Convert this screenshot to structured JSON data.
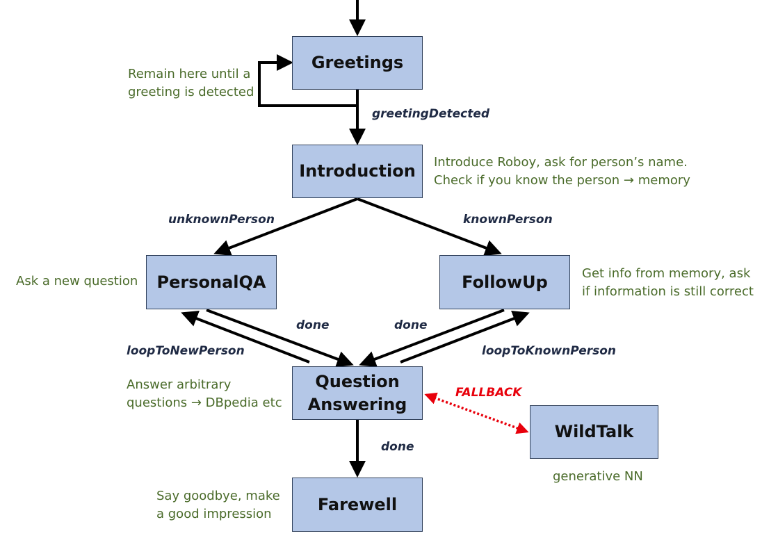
{
  "colors": {
    "node_fill": "#b4c7e7",
    "node_border": "#2f3f5a",
    "arrow": "#000000",
    "note_text": "#4a6b2a",
    "edge_label": "#1f2a44",
    "fallback": "#e8000b"
  },
  "nodes": {
    "greetings": "Greetings",
    "introduction": "Introduction",
    "personalqa": "PersonalQA",
    "followup": "FollowUp",
    "qa_line1": "Question",
    "qa_line2": "Answering",
    "wildtalk": "WildTalk",
    "farewell": "Farewell"
  },
  "edges": {
    "greeting_detected": "greetingDetected",
    "unknown_person": "unknownPerson",
    "known_person": "knownPerson",
    "done_personalqa": "done",
    "done_followup": "done",
    "loop_new": "loopToNewPerson",
    "loop_known": "loopToKnownPerson",
    "fallback": "FALLBACK",
    "done_farewell": "done"
  },
  "notes": {
    "greetings": [
      "Remain here until a",
      "greeting is detected"
    ],
    "introduction": [
      "Introduce Roboy, ask for person’s name.",
      "Check if you know the person → memory"
    ],
    "personalqa": [
      "Ask a new question"
    ],
    "followup": [
      "Get info from memory, ask",
      "if information is still correct"
    ],
    "qa": [
      "Answer arbitrary",
      "questions → DBpedia etc"
    ],
    "wildtalk": [
      "generative NN"
    ],
    "farewell": [
      "Say goodbye, make",
      "a good impression"
    ]
  }
}
